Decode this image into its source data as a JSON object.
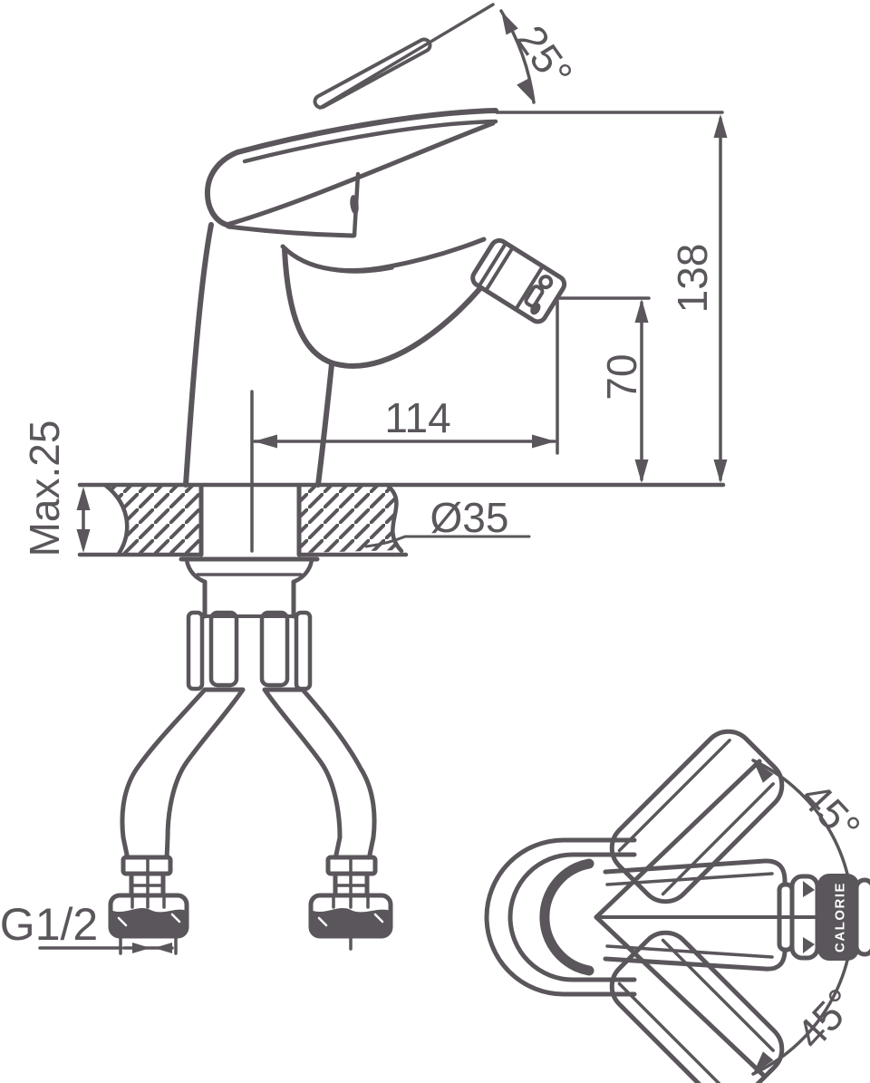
{
  "drawing": {
    "type": "technical installation drawing",
    "subject": "single-lever bidet faucet, side section view with flexible hoses and top view of handle swing",
    "ink_color": "#5a565b",
    "background_color": "#ffffff",
    "side_view": {
      "handle_tilt_angle": "25°",
      "overall_height": "138",
      "spout_outlet_height": "70",
      "spout_reach": "114",
      "deck_thickness": "Max.25",
      "mounting_hole_diameter": "Ø35",
      "hose_thread": "G1/2"
    },
    "top_view": {
      "handle_swing_up": "45°",
      "handle_swing_down": "45°",
      "brand": "CALORIE"
    }
  }
}
